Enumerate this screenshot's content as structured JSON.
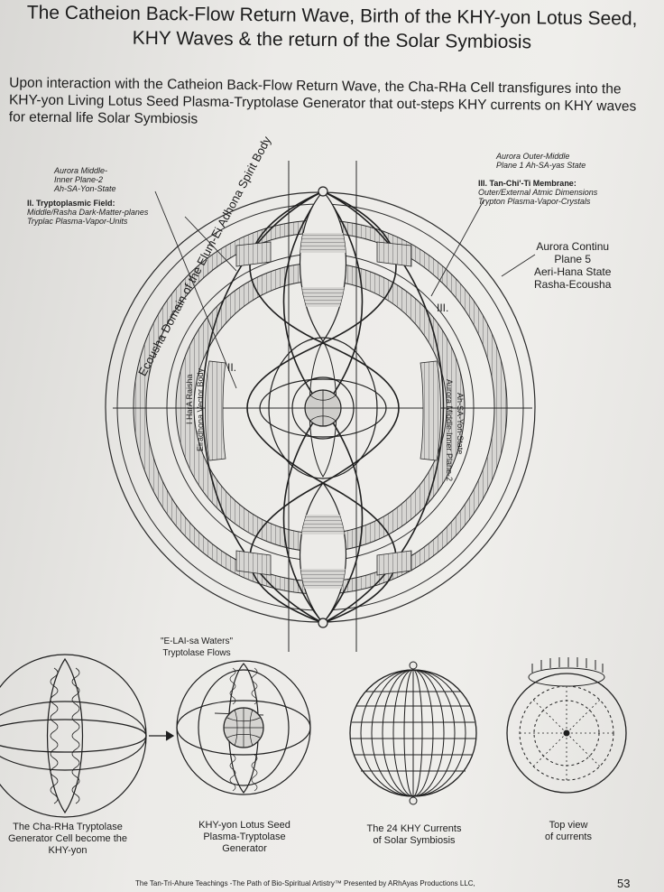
{
  "title": {
    "line1": "The Catheion Back-Flow Return Wave, Birth of the KHY-yon Lotus Seed,",
    "line2": "KHY Waves & the return of the Solar Symbiosis"
  },
  "intro": {
    "line1": "Upon interaction with the Catheion Back-Flow Return Wave, the Cha-RHa Cell transfigures into the",
    "line2": "KHY-yon Living Lotus Seed Plasma-Tryptolase Generator that out-steps KHY currents on KHY waves",
    "line3": "for eternal life Solar Symbiosis"
  },
  "labels": {
    "aurora_middle_inner": [
      "Aurora Middle-",
      "Inner Plane-2",
      "Ah-SA-Yon-State"
    ],
    "tryptoplasmic": [
      "II. Tryptoplasmic Field:",
      "Middle/Rasha Dark-Matter-planes",
      "Tryplac Plasma-Vapor-Units"
    ],
    "aurora_outer_middle": [
      "Aurora Outer-Middle",
      "Plane 1 Ah-SA-yas State"
    ],
    "tanchiti": [
      "III. Tan-Chi'-Ti Membrane:",
      "Outer/External Atmic Dimensions",
      "Trypton Plasma-Vapor-Crystals"
    ],
    "aurora_continuum": [
      "Aurora Continu",
      "Plane 5",
      "Aeri-Hana State",
      "Rasha-Ecousha"
    ],
    "ecousha_arc": "Ecousha Domain of the Elum-Ei Adhona Spirit Body",
    "hara_raisha": "I HarA Raisha",
    "eiradhona": "Eiradhona Vector Body",
    "aurora_inner": "Aurora Middle-Inner Plane-2",
    "ahsa_state": "Ah-SA-Yon-State",
    "roman_ii": "II.",
    "roman_iii": "III."
  },
  "captions": {
    "cell": [
      "The Cha-RHa Tryptolase",
      "Generator Cell become the",
      "KHY-yon"
    ],
    "waters": [
      "\"E-LAI-sa Waters\"",
      "Tryptolase Flows"
    ],
    "seed": [
      "KHY-yon Lotus Seed",
      "Plasma-Tryptolase",
      "Generator"
    ],
    "currents": [
      "The 24 KHY Currents",
      "of Solar Symbiosis"
    ],
    "topview": [
      "Top view",
      "of currents"
    ]
  },
  "footer": "The Tan-Tri-Ahure Teachings -The Path of Bio-Spiritual Artistry™ Presented by ARhAyas Productions LLC,",
  "page_number": "53"
}
